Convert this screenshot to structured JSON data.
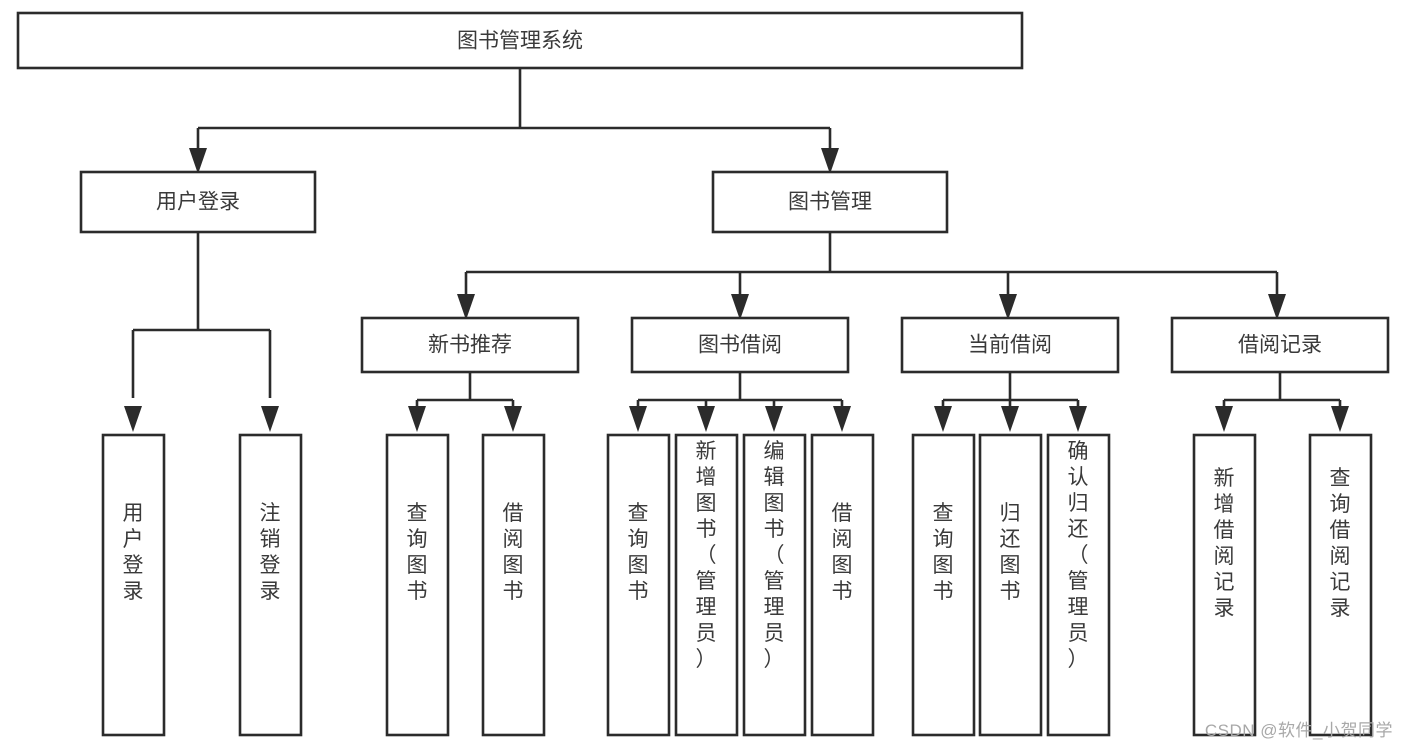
{
  "diagram": {
    "type": "tree-hierarchy",
    "title": "图书管理系统",
    "watermark": "CSDN @软件_小贺同学",
    "colors": {
      "box_fill": "#ffffff",
      "box_stroke": "#2b2b2b",
      "text": "#3a3a3a",
      "watermark": "#a8a8a8",
      "background": "#ffffff"
    },
    "levels": {
      "root": {
        "label": "图书管理系统"
      },
      "level2": [
        {
          "id": "user-login",
          "label": "用户登录"
        },
        {
          "id": "book-management",
          "label": "图书管理"
        }
      ],
      "level3": [
        {
          "id": "new-book-recommend",
          "label": "新书推荐",
          "parent": "book-management"
        },
        {
          "id": "book-borrow",
          "label": "图书借阅",
          "parent": "book-management"
        },
        {
          "id": "current-borrow",
          "label": "当前借阅",
          "parent": "book-management"
        },
        {
          "id": "borrow-record",
          "label": "借阅记录",
          "parent": "book-management"
        }
      ],
      "leaves": [
        {
          "id": "leaf-user-login",
          "label": "用户登录",
          "parent": "user-login"
        },
        {
          "id": "leaf-logout-login",
          "label": "注销登录",
          "parent": "user-login"
        },
        {
          "id": "leaf-query-book-1",
          "label": "查询图书",
          "parent": "new-book-recommend"
        },
        {
          "id": "leaf-borrow-book-1",
          "label": "借阅图书",
          "parent": "new-book-recommend"
        },
        {
          "id": "leaf-query-book-2",
          "label": "查询图书",
          "parent": "book-borrow"
        },
        {
          "id": "leaf-add-book",
          "label": "新增图书（管理员）",
          "parent": "book-borrow"
        },
        {
          "id": "leaf-edit-book",
          "label": "编辑图书（管理员）",
          "parent": "book-borrow"
        },
        {
          "id": "leaf-borrow-book-2",
          "label": "借阅图书",
          "parent": "book-borrow"
        },
        {
          "id": "leaf-query-book-3",
          "label": "查询图书",
          "parent": "current-borrow"
        },
        {
          "id": "leaf-return-book",
          "label": "归还图书",
          "parent": "current-borrow"
        },
        {
          "id": "leaf-confirm-return",
          "label": "确认归还（管理员）",
          "parent": "current-borrow"
        },
        {
          "id": "leaf-add-record",
          "label": "新增借阅记录",
          "parent": "borrow-record"
        },
        {
          "id": "leaf-query-record",
          "label": "查询借阅记录",
          "parent": "borrow-record"
        }
      ]
    }
  }
}
